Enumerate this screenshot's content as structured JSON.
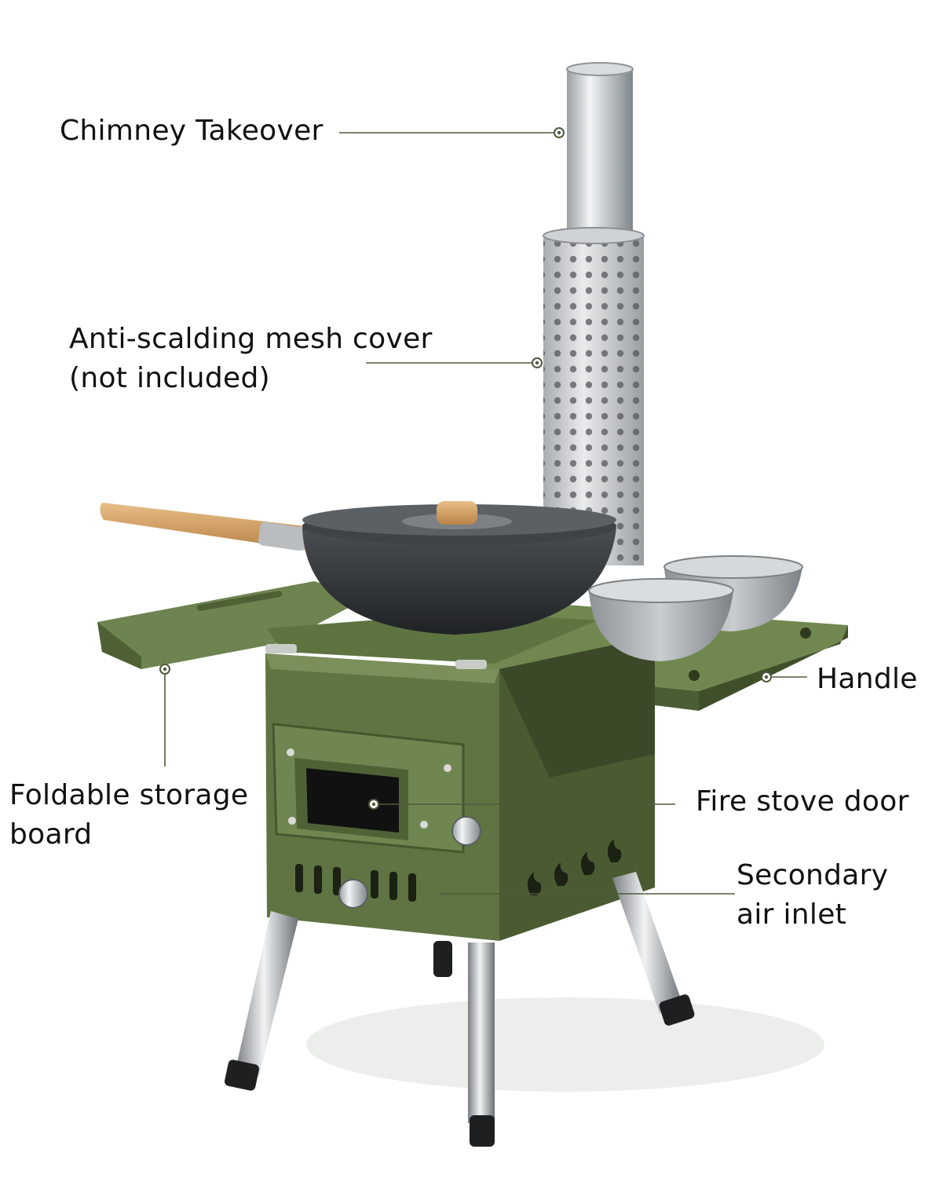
{
  "callouts": {
    "chimney": {
      "text": "Chimney Takeover"
    },
    "mesh": {
      "line1": "Anti-scalding mesh cover",
      "line2": "(not included)"
    },
    "handle": {
      "text": "Handle"
    },
    "board": {
      "line1": "Foldable storage",
      "line2": "board"
    },
    "door": {
      "text": "Fire stove door"
    },
    "air": {
      "line1": "Secondary",
      "line2": "air inlet"
    }
  },
  "colors": {
    "stove_green": "#5f7442",
    "stove_green_dark": "#46572f",
    "stove_green_light": "#7b8f5a",
    "steel": "#c9cdd0",
    "pan": "#2e3134",
    "leader_line": "#4e5a3c",
    "wood": "#d7a56a"
  }
}
